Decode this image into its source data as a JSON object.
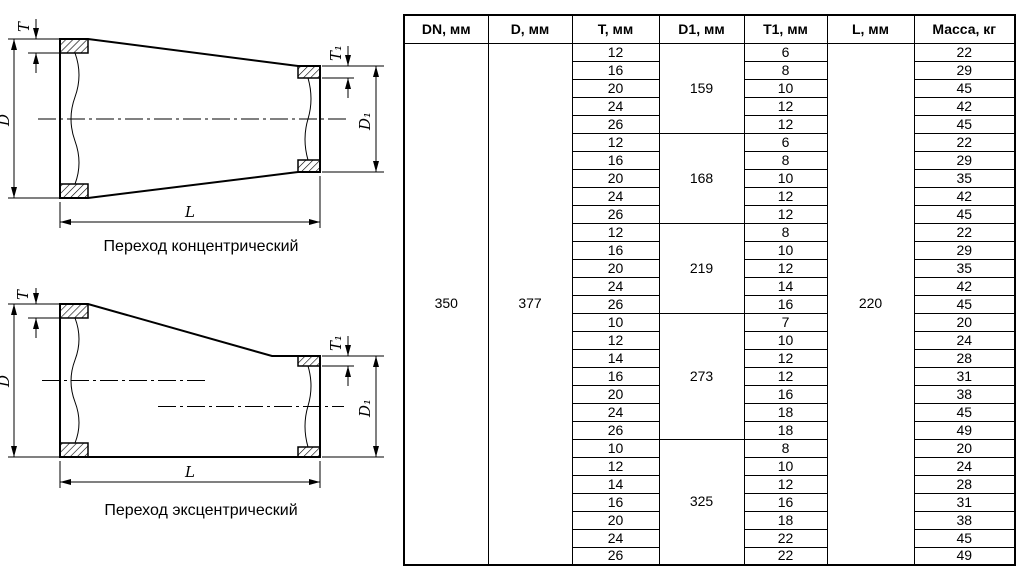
{
  "colors": {
    "line": "#000000",
    "background": "#ffffff"
  },
  "drawings": {
    "concentric": {
      "caption": "Переход концентрический",
      "dim_labels": {
        "D": "D",
        "T": "T",
        "T1": "T₁",
        "D1": "D₁",
        "L": "L"
      }
    },
    "eccentric": {
      "caption": "Переход эксцентрический",
      "dim_labels": {
        "D": "D",
        "T": "T",
        "T1": "T₁",
        "D1": "D₁",
        "L": "L"
      }
    }
  },
  "table": {
    "headers": [
      "DN, мм",
      "D, мм",
      "T, мм",
      "D1, мм",
      "T1, мм",
      "L, мм",
      "Масса, кг"
    ],
    "dn": "350",
    "d": "377",
    "l": "220",
    "groups": [
      {
        "d1": "159",
        "rows": [
          {
            "t": "12",
            "t1": "6",
            "mass": "22"
          },
          {
            "t": "16",
            "t1": "8",
            "mass": "29"
          },
          {
            "t": "20",
            "t1": "10",
            "mass": "45"
          },
          {
            "t": "24",
            "t1": "12",
            "mass": "42"
          },
          {
            "t": "26",
            "t1": "12",
            "mass": "45"
          }
        ]
      },
      {
        "d1": "168",
        "rows": [
          {
            "t": "12",
            "t1": "6",
            "mass": "22"
          },
          {
            "t": "16",
            "t1": "8",
            "mass": "29"
          },
          {
            "t": "20",
            "t1": "10",
            "mass": "35"
          },
          {
            "t": "24",
            "t1": "12",
            "mass": "42"
          },
          {
            "t": "26",
            "t1": "12",
            "mass": "45"
          }
        ]
      },
      {
        "d1": "219",
        "rows": [
          {
            "t": "12",
            "t1": "8",
            "mass": "22"
          },
          {
            "t": "16",
            "t1": "10",
            "mass": "29"
          },
          {
            "t": "20",
            "t1": "12",
            "mass": "35"
          },
          {
            "t": "24",
            "t1": "14",
            "mass": "42"
          },
          {
            "t": "26",
            "t1": "16",
            "mass": "45"
          }
        ]
      },
      {
        "d1": "273",
        "rows": [
          {
            "t": "10",
            "t1": "7",
            "mass": "20"
          },
          {
            "t": "12",
            "t1": "10",
            "mass": "24"
          },
          {
            "t": "14",
            "t1": "12",
            "mass": "28"
          },
          {
            "t": "16",
            "t1": "12",
            "mass": "31"
          },
          {
            "t": "20",
            "t1": "16",
            "mass": "38"
          },
          {
            "t": "24",
            "t1": "18",
            "mass": "45"
          },
          {
            "t": "26",
            "t1": "18",
            "mass": "49"
          }
        ]
      },
      {
        "d1": "325",
        "rows": [
          {
            "t": "10",
            "t1": "8",
            "mass": "20"
          },
          {
            "t": "12",
            "t1": "10",
            "mass": "24"
          },
          {
            "t": "14",
            "t1": "12",
            "mass": "28"
          },
          {
            "t": "16",
            "t1": "16",
            "mass": "31"
          },
          {
            "t": "20",
            "t1": "18",
            "mass": "38"
          },
          {
            "t": "24",
            "t1": "22",
            "mass": "45"
          },
          {
            "t": "26",
            "t1": "22",
            "mass": "49"
          }
        ]
      }
    ]
  }
}
